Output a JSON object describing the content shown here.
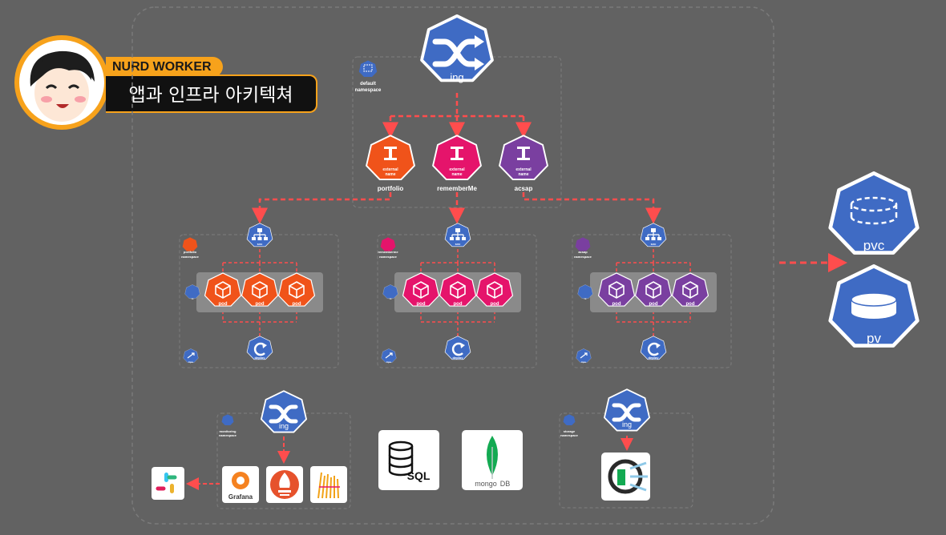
{
  "header": {
    "brand": "NURD WORKER",
    "title": "앱과 인프라 아키텍쳐"
  },
  "ingress_main": {
    "label": "ing"
  },
  "default_namespace": {
    "label_line1": "default",
    "label_line2": "namespace",
    "icon_text": "ns"
  },
  "external_services": [
    {
      "name": "portfolio",
      "icon_text_1": "external",
      "icon_text_2": "name",
      "color": "#f0531a"
    },
    {
      "name": "rememberMe",
      "icon_text_1": "external",
      "icon_text_2": "name",
      "color": "#e5146b"
    },
    {
      "name": "acsap",
      "icon_text_1": "external",
      "icon_text_2": "name",
      "color": "#7a3fa0"
    }
  ],
  "app_namespaces": [
    {
      "ns_label_1": "portfolio",
      "ns_label_2": "namespace",
      "svc": "svc",
      "pods": [
        "pod",
        "pod",
        "pod"
      ],
      "deploy": "deploy",
      "rs": "rs",
      "hpa": "hpa",
      "color": "#f0531a"
    },
    {
      "ns_label_1": "rememberme",
      "ns_label_2": "namespace",
      "svc": "svc",
      "pods": [
        "pod",
        "pod",
        "pod"
      ],
      "deploy": "deploy",
      "rs": "rs",
      "hpa": "hpa",
      "color": "#e5146b"
    },
    {
      "ns_label_1": "acsap",
      "ns_label_2": "namespace",
      "svc": "svc",
      "pods": [
        "pod",
        "pod",
        "pod"
      ],
      "deploy": "deploy",
      "rs": "rs",
      "hpa": "hpa",
      "color": "#7a3fa0"
    }
  ],
  "storage": {
    "pvc": "pvc",
    "pv": "pv"
  },
  "monitoring": {
    "ingress": "ing",
    "ns_label_1": "monitoring",
    "ns_label_2": "namespace",
    "grafana": "Grafana"
  },
  "databases": {
    "sql": "SQL",
    "mongo": "mongo",
    "mongo_db": "DB"
  },
  "storage_ns": {
    "ingress": "ing",
    "ns_label_1": "storage",
    "ns_label_2": "namespace"
  },
  "colors": {
    "background": "#626262",
    "k8s_blue": "#3f6bc4",
    "arrow_red": "#ff4d4d",
    "accent": "#f7a21b"
  }
}
